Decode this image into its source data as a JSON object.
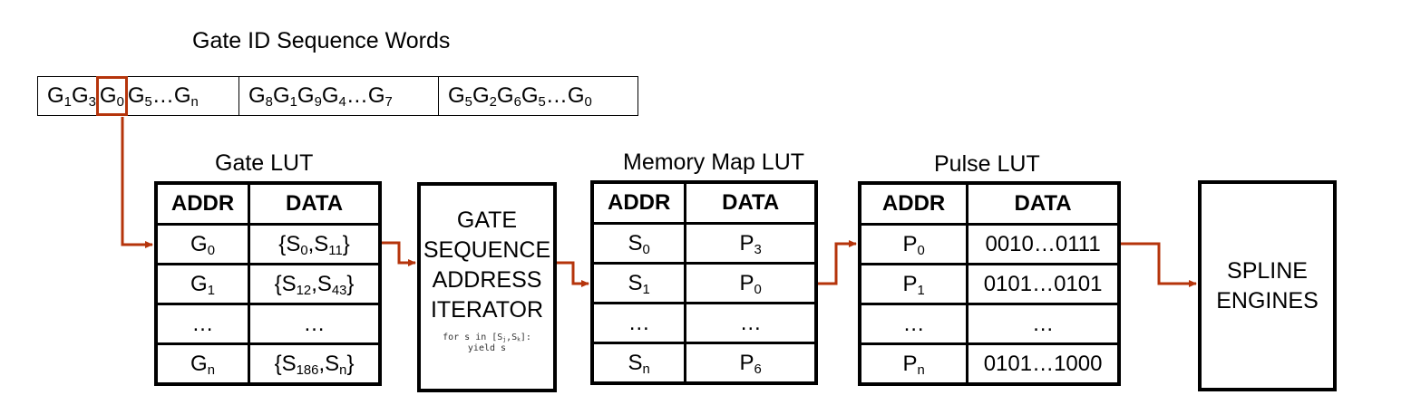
{
  "sequence": {
    "title": "Gate ID Sequence Words",
    "words": [
      [
        [
          "G",
          "1"
        ],
        [
          "G",
          "3"
        ],
        [
          "G",
          "0"
        ],
        [
          "G",
          "5"
        ],
        [
          "…",
          ""
        ],
        [
          "G",
          "n"
        ]
      ],
      [
        [
          "G",
          "8"
        ],
        [
          "G",
          "1"
        ],
        [
          "G",
          "9"
        ],
        [
          "G",
          "4"
        ],
        [
          "…",
          ""
        ],
        [
          "G",
          "7"
        ]
      ],
      [
        [
          "G",
          "5"
        ],
        [
          "G",
          "2"
        ],
        [
          "G",
          "6"
        ],
        [
          "G",
          "5"
        ],
        [
          "…",
          ""
        ],
        [
          "G",
          "0"
        ]
      ]
    ],
    "highlighted": {
      "word": 0,
      "token": 2
    }
  },
  "gate_lut": {
    "title": "Gate LUT",
    "headers": [
      "ADDR",
      "DATA"
    ],
    "rows": [
      {
        "addr": [
          "G",
          "0"
        ],
        "data": "{S<sub>0</sub>,S<sub>11</sub>}"
      },
      {
        "addr": [
          "G",
          "1"
        ],
        "data": "{S<sub>12</sub>,S<sub>43</sub>}"
      },
      {
        "addr": [
          "…",
          ""
        ],
        "data": "…"
      },
      {
        "addr": [
          "G",
          "n"
        ],
        "data": "{S<sub>186</sub>,S<sub>n</sub>}"
      }
    ]
  },
  "gsai": {
    "lines": [
      "GATE",
      "SEQUENCE",
      "ADDRESS",
      "ITERATOR"
    ],
    "code_line1": "for s in [S<sub>j</sub>,S<sub>k</sub>]:",
    "code_line2": "yield s"
  },
  "memory_map_lut": {
    "title": "Memory Map LUT",
    "headers": [
      "ADDR",
      "DATA"
    ],
    "rows": [
      {
        "addr": [
          "S",
          "0"
        ],
        "data": [
          "P",
          "3"
        ]
      },
      {
        "addr": [
          "S",
          "1"
        ],
        "data": [
          "P",
          "0"
        ]
      },
      {
        "addr": [
          "…",
          ""
        ],
        "data": [
          "…",
          ""
        ]
      },
      {
        "addr": [
          "S",
          "n"
        ],
        "data": [
          "P",
          "6"
        ]
      }
    ]
  },
  "pulse_lut": {
    "title": "Pulse LUT",
    "headers": [
      "ADDR",
      "DATA"
    ],
    "rows": [
      {
        "addr": [
          "P",
          "0"
        ],
        "data": "0010…0111"
      },
      {
        "addr": [
          "P",
          "1"
        ],
        "data": "0101…0101"
      },
      {
        "addr": [
          "…",
          ""
        ],
        "data": "…"
      },
      {
        "addr": [
          "P",
          "n"
        ],
        "data": "0101…1000"
      }
    ]
  },
  "spline": {
    "lines": [
      "SPLINE",
      "ENGINES"
    ]
  },
  "colors": {
    "arrow": "#b5340b",
    "line": "#000000"
  }
}
